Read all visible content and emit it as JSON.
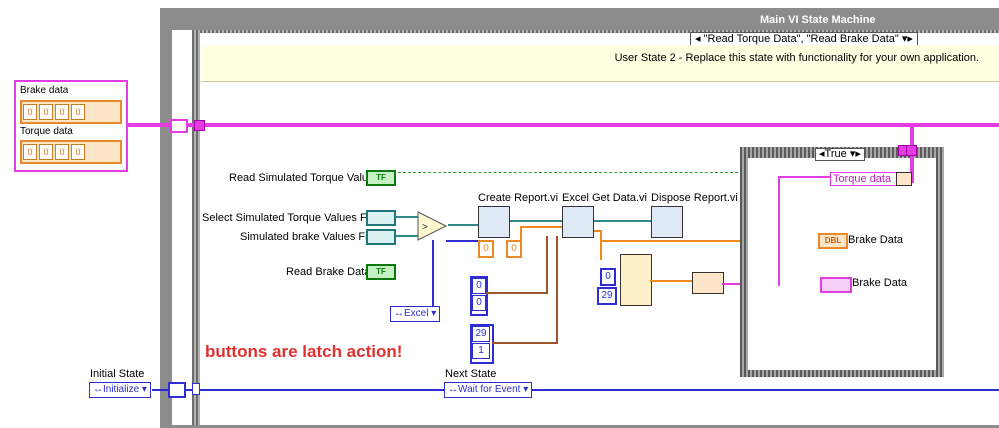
{
  "window": {
    "title": "Main VI State Machine"
  },
  "case_selector": {
    "value": "\"Read Torque Data\", \"Read Brake Data\""
  },
  "comment": "User State 2 - Replace this state with functionality for your own application.",
  "cluster": {
    "brake_label": "Brake data",
    "torque_label": "Torque data",
    "array_cells": [
      "0",
      "0",
      "0",
      "0"
    ]
  },
  "controls": {
    "read_sim_torque": "Read Simulated Torque Value",
    "select_sim_torque_file": "Select Simulated Torque Values File",
    "sim_brake_file": "Simulated brake Values File",
    "read_brake": "Read Brake Data",
    "bool_glyph": "TF"
  },
  "vis": {
    "create_report": "Create Report.vi",
    "excel_get_data": "Excel Get Data.vi",
    "dispose_report": "Dispose Report.vi"
  },
  "ring": {
    "excel": "Excel"
  },
  "constants": {
    "c0a": "0",
    "c0b": "0",
    "c0c": "0",
    "c0d": "0",
    "c29a": "29",
    "c1": "1",
    "c0e": "0",
    "c29b": "29"
  },
  "inner_case": {
    "selector": "True",
    "torque_bundle": "Torque data"
  },
  "outputs": {
    "brake_data_1": "Brake Data",
    "brake_data_2": "Brake Data",
    "dbl": "DBL"
  },
  "note": "buttons are latch action!",
  "initial_state": {
    "label": "Initial State",
    "value": "Initialize"
  },
  "next_state": {
    "label": "Next State",
    "value": "Wait for Event"
  }
}
